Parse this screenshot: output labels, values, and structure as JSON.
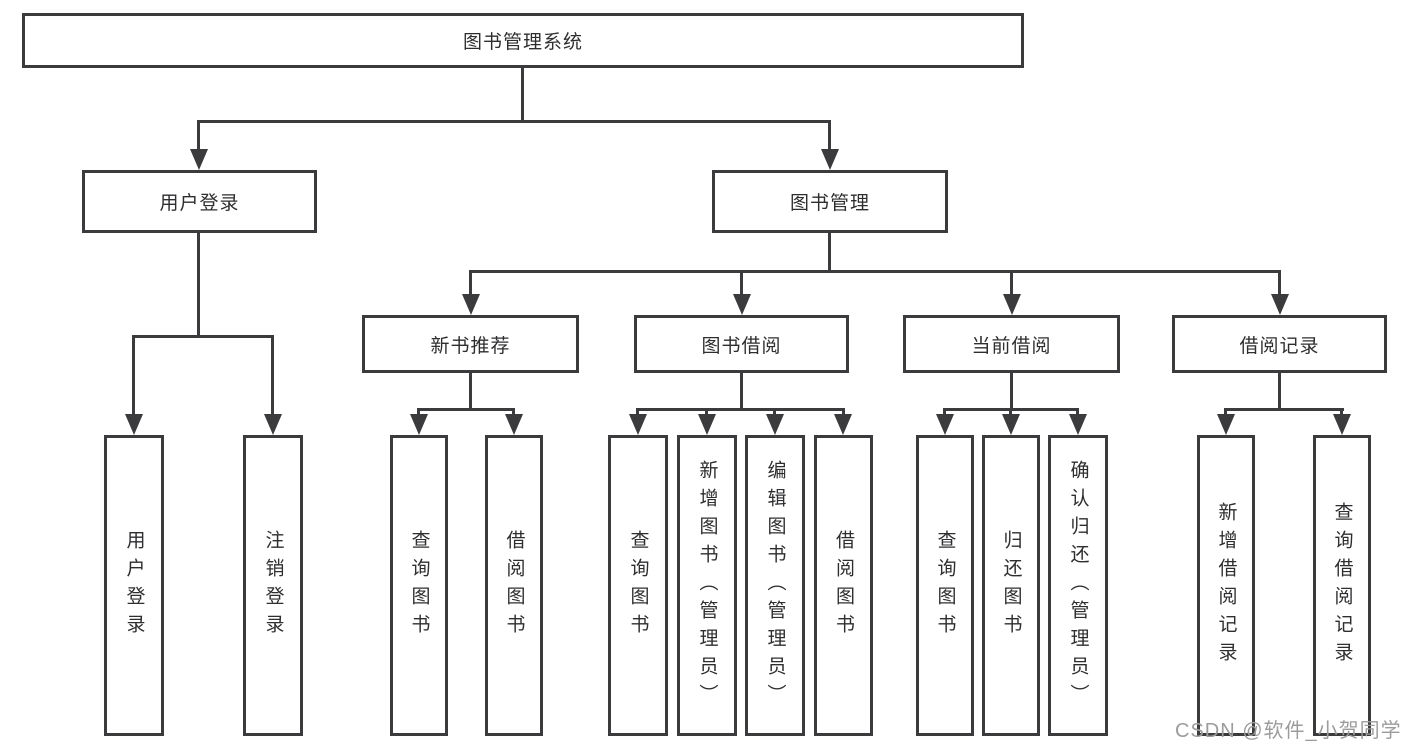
{
  "diagram_type": "hierarchy-tree",
  "colors": {
    "background": "#ffffff",
    "line": "#3b3b3d",
    "box_border": "#3b3b3d",
    "text": "#2e2e30",
    "watermark": "#9c9c9c"
  },
  "watermark": {
    "text": "CSDN @软件_小贺同学"
  },
  "hierarchy": {
    "label": "图书管理系统",
    "children": [
      {
        "label": "用户登录",
        "children": [
          {
            "label": "用户登录"
          },
          {
            "label": "注销登录"
          }
        ]
      },
      {
        "label": "图书管理",
        "children": [
          {
            "label": "新书推荐",
            "children": [
              {
                "label": "查询图书"
              },
              {
                "label": "借阅图书"
              }
            ]
          },
          {
            "label": "图书借阅",
            "children": [
              {
                "label": "查询图书"
              },
              {
                "label": "新增图书（管理员）"
              },
              {
                "label": "编辑图书（管理员）"
              },
              {
                "label": "借阅图书"
              }
            ]
          },
          {
            "label": "当前借阅",
            "children": [
              {
                "label": "查询图书"
              },
              {
                "label": "归还图书"
              },
              {
                "label": "确认归还（管理员）"
              }
            ]
          },
          {
            "label": "借阅记录",
            "children": [
              {
                "label": "新增借阅记录"
              },
              {
                "label": "查询借阅记录"
              }
            ]
          }
        ]
      }
    ]
  }
}
